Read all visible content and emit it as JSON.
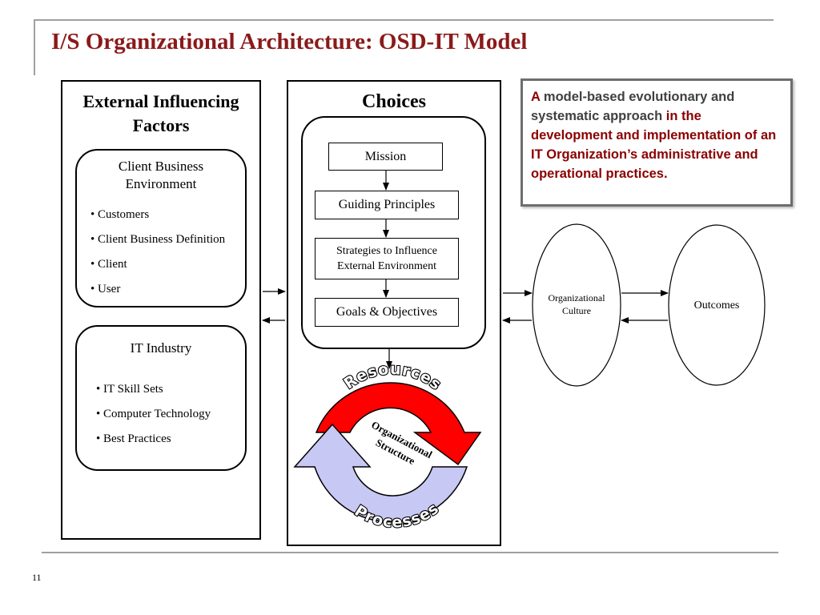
{
  "slide": {
    "title": "I/S Organizational Architecture: OSD-IT Model",
    "page_number": "11"
  },
  "external": {
    "heading_line1": "External Influencing",
    "heading_line2": "Factors",
    "client": {
      "heading_line1": "Client Business",
      "heading_line2": "Environment",
      "bullets": [
        "• Customers",
        "• Client Business Definition",
        "• Client",
        "• User"
      ]
    },
    "industry": {
      "heading": "IT Industry",
      "bullets": [
        "• IT Skill Sets",
        "• Computer Technology",
        "• Best Practices"
      ]
    }
  },
  "choices": {
    "heading": "Choices",
    "mission": "Mission",
    "guiding_principles": "Guiding Principles",
    "strategies_line1": "Strategies to Influence",
    "strategies_line2": "External Environment",
    "goals": "Goals & Objectives",
    "cycle": {
      "resources": "Resources",
      "processes": "Processes",
      "center_line1": "Organizational",
      "center_line2": "Structure"
    }
  },
  "callout": {
    "part1": "A",
    "part2": " model-based evolutionary and systematic approach ",
    "part3": "in the development and implementation of an IT Organization’s administrative and operational practices."
  },
  "culture": {
    "line1": "Organizational",
    "line2": "Culture"
  },
  "outcomes": "Outcomes",
  "colors": {
    "title": "#8b1a1a",
    "resources_arrow": "#ff0000",
    "processes_arrow": "#c8c8f5",
    "callout_red": "#8b0000"
  }
}
